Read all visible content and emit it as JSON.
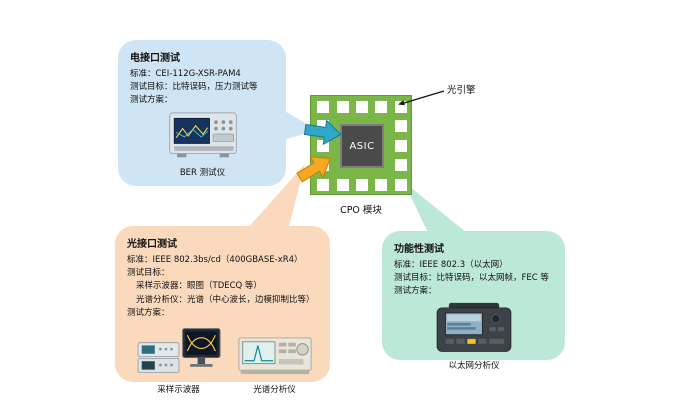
{
  "module": {
    "asic_label": "ASIC",
    "module_label": "CPO 模块",
    "engine_label": "光引擎"
  },
  "electrical": {
    "title": "电接口测试",
    "lines": [
      "标准：CEI-112G-XSR-PAM4",
      "测试目标：比特误码，压力测试等",
      "测试方案："
    ],
    "instrument_label": "BER 测试仪"
  },
  "optical": {
    "title": "光接口测试",
    "lines": [
      "标准：IEEE 802.3bs/cd（400GBASE-xR4）",
      "测试目标：",
      "采样示波器：眼图（TDECQ 等）",
      "光谱分析仪：光谱（中心波长，边模抑制比等）",
      "测试方案："
    ],
    "instrument_labels": [
      "采样示波器",
      "光谱分析仪"
    ]
  },
  "functional": {
    "title": "功能性测试",
    "lines": [
      "标准：IEEE 802.3（以太网）",
      "测试目标：比特误码，以太网帧，FEC 等",
      "测试方案："
    ],
    "instrument_label": "以太网分析仪"
  },
  "colors": {
    "electrical_bubble": "#cfe4f4",
    "optical_bubble": "#fbd9bc",
    "functional_bubble": "#bce8d8",
    "module_green": "#7ab648",
    "asic_gray": "#4a4a4a",
    "electrical_arrow": "#2fa8c8",
    "optical_arrow": "#f7a823"
  }
}
